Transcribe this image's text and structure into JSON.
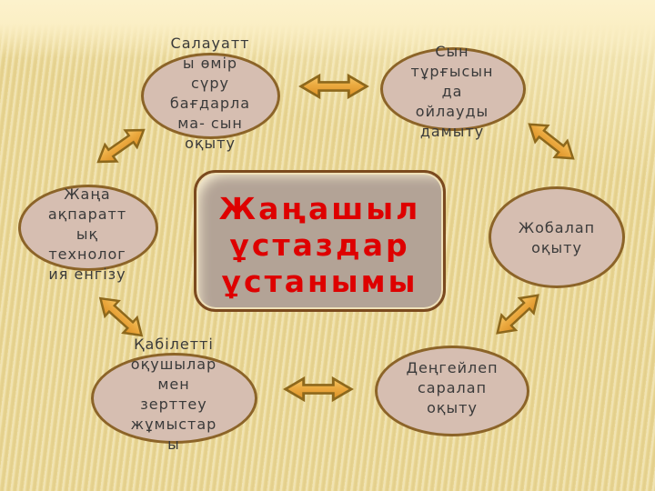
{
  "slide": {
    "center": {
      "text": "Жаңашыл\nұстаздар\nұстанымы"
    },
    "ovals": [
      {
        "id": "healthy-lifestyle",
        "text": "Салауатт\nы өмір\nсүру\nбағдарла\nма- сын\nоқыту"
      },
      {
        "id": "critical-thinking",
        "text": "Сын\nтұрғысын\nда\nойлауды\nдамыту"
      },
      {
        "id": "new-information-technology",
        "text": "Жаңа\nақпаратт\nық\nтехнолог\nия енгізу"
      },
      {
        "id": "project-teaching",
        "text": "Жобалап\nоқыту"
      },
      {
        "id": "gifted-students-research",
        "text": "Қабілетті\nоқушылар\nмен\nзерттеу\nжұмыстар\nы"
      },
      {
        "id": "level-differentiated-teaching",
        "text": "Деңгейлеп\nсаралап\nоқыту"
      }
    ],
    "arrows": [
      "double-arrow-top-horizontal",
      "double-arrow-top-left-diagonal",
      "double-arrow-top-right-diagonal",
      "double-arrow-bottom-left-diagonal",
      "double-arrow-bottom-right-diagonal",
      "double-arrow-bottom-horizontal"
    ],
    "colors": {
      "background": "#E9D693",
      "background_top_band": "#FCF2CC",
      "oval_fill": "#D6BEB1",
      "oval_border": "#8C6428",
      "oval_text": "#3A3A3A",
      "center_fill": "#B3A396",
      "center_border": "#7B4A1E",
      "center_text": "#DE0000",
      "arrow_fill": "#EBA93F",
      "arrow_border": "#8D681C"
    }
  }
}
